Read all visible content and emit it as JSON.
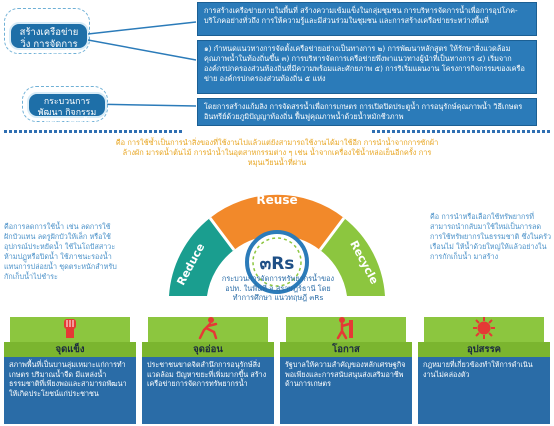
{
  "labels": {
    "network": "สร้างเครือข่าย วิ่ง การจัดการทรัพยากรน้ำ",
    "process": "กระบวนการพัฒนา กิจกรรมเทคโนโลยีพื้นบ้าน"
  },
  "boxes": {
    "intro": "การสร้างเครือข่ายภายในพื้นที่ สร้างความเข้มแข็งในกลุ่มชุมชน การบริหารจัดการน้ำเพื่อการอุปโภค-บริโภคอย่างทั่วถึง การให้ความรู้และมีส่วนร่วมในชุมชน และการสร้างเครือข่ายระหว่างพื้นที่",
    "steps": "๑) กำหนดแนวทางการจัดตั้งเครือข่ายอย่างเป็นทางการ ๒) การพัฒนาหลักสูตร ให้รักษาสิ่งแวดล้อมคุณภาพน้ำในท้องถิ่นขึ้น ๓) การบริหารจัดการเครือข่ายพึ่งพาแนวทางผู้นำที่เป็นทางการ ๔) เริ่มจากองค์กรปกครองส่วนท้องถิ่นที่มีความพร้อมและศักยภาพ ๕) การริเริ่มแผนงาน โครงการกิจกรรมของเครือข่าย องค์กรปกครองส่วนท้องถิ่น ๕ แห่ง",
    "tech": "โดยการสร้างแก้มลิง การจัดสรรน้ำเพื่อการเกษตร การเปิดปิดประตูน้ำ การอนุรักษ์คุณภาพน้ำ วิธีเกษตรอินทรีย์ด้วยภูมิปัญญาท้องถิ่น ฟื้นฟูคุณภาพน้ำด้วยน้ำหมักชีวภาพ"
  },
  "reuse_top_text": "คือ การใช้ซ้ำเป็นการนำสิ่งของที่ใช้งานไปแล้วแต่ยังสามารถใช้งานได้มาใช้อีก การนำน้ำจากการซักผ้า ล้างผัก มารดน้ำต้นไม้ การนำน้ำในอุตสาหกรรมต่าง ๆ เช่น น้ำจากเครื่องใช้น้ำหล่อเย็นอีกครั้ง การหมุนเวียนน้ำที่ผ่าน",
  "reduce_text": "คือการลดการใช้น้ำ เช่น ลดการใช้ฝักบัวแทน ลดรูฝักบัวให้เล็ก หรือใช้อุปกรณ์ประหยัดน้ำ ใช้ในโถปัสสาวะ ห้ามปฏูหรือปิดน้ำ ใช้ภาชนะรองน้ำแทนการปล่อยน้ำ ชุดตระหนักสำหรับกักเก็บน้ำไปชำระ",
  "recycle_text": "คือ การนำหรือเลือกใช้ทรัพยากรที่สามารถนำกลับมาใช้ใหม่เป็นการลดการใช้ทรัพยากรในธรรมชาติ ซึ่งในครัวเรือนไม่ ให้น้ำด้วยใหญ่ให้แล้วอย่างในการกักเก็บน้ำ มาสร้าง",
  "wheel": {
    "reuse": "Reuse",
    "reduce": "Reduce",
    "recycle": "Recycle",
    "center": "๓Rs",
    "caption": "กระบวนการจัดการทรัพยากรน้ำของ อปท. ในพื้นที่ จ.สุราษฎร์ธานี โดยทำการศึกษา แนวทฤษฎี ๓Rs"
  },
  "swot": [
    {
      "title": "จุดแข็ง",
      "body": "สภาพพื้นที่เป็นบานลุ่มเหมาะแก่การทำเกษตร ปริมาณน้ำจืด มีแหล่งน้ำธรรมชาติที่เพียงพอและสามารถพัฒนาให้เกิดประโยชน์แก่ประชาชน"
    },
    {
      "title": "จุดอ่อน",
      "body": "ประชาชนขาดจิตสำนึกการอนุรักษ์สิ่งแวดล้อม ปัญหาขยะที่เพิ่มมากขึ้น สร้างเครือข่ายการจัดการทรัพยากรน้ำ"
    },
    {
      "title": "โอกาส",
      "body": "รัฐบาลให้ความสำคัญของหลักเศรษฐกิจพอเพียงและการสนับสนุนส่งเสริมอาชีพด้านการเกษตร"
    },
    {
      "title": "อุปสรรค",
      "body": "กฎหมายที่เกี่ยวข้องทำให้การดำเนินงานไม่คล่องตัว"
    }
  ],
  "colors": {
    "blue": "#2b7bb9",
    "navy": "#2a6ca7",
    "orange": "#f2892a",
    "green": "#8cc63f",
    "teal": "#1a9e8f",
    "yellow_text": "#e8a623",
    "side_text": "#4c92c9"
  },
  "icons": [
    "fist-icon",
    "stumbling-person-icon",
    "barrier-person-icon",
    "virus-icon"
  ]
}
